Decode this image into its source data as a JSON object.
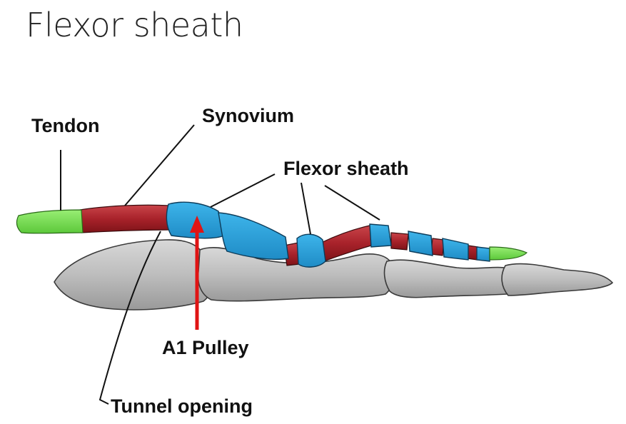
{
  "title": "Flexor sheath",
  "labels": {
    "tendon": "Tendon",
    "synovium": "Synovium",
    "flexor_sheath": "Flexor sheath",
    "a1_pulley": "A1 Pulley",
    "tunnel_opening": "Tunnel opening"
  },
  "colors": {
    "tendon": "#7ee05a",
    "synovium": "#b3262c",
    "sheath": "#2fa3dc",
    "bone": "#c4c4c4",
    "arrow": "#e01414"
  }
}
